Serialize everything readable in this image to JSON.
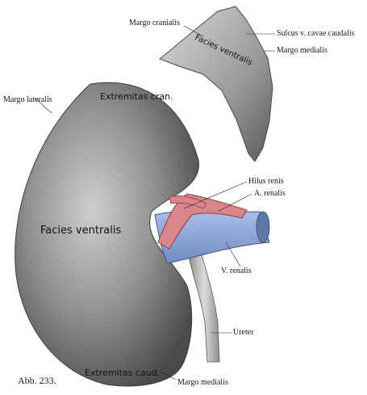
{
  "figure": {
    "number": "Abb. 233.",
    "colors": {
      "kidney": "#8e8e8e",
      "adrenal": "#9a9a9a",
      "artery": "#d8868a",
      "vein": "#8ea6d4",
      "ureter": "#bdbdbd",
      "leader": "#222222"
    }
  },
  "labels": {
    "margo_cranialis": "Margo cranialis",
    "sulcus": "Sulcus v. cavae caudalis",
    "margo_medialis_top": "Margo medialis",
    "margo_lateralis": "Margo lateralis",
    "hilus": "Hilus renis",
    "a_renalis": "A. renalis",
    "v_renalis": "V. renalis",
    "ureter": "Ureter",
    "margo_medialis_bottom": "Margo medialis"
  },
  "organ_text": {
    "adrenal_facies": "Facies ventralis",
    "extremitas_cran": "Extremitas cran.",
    "kidney_facies": "Facies ventralis",
    "extremitas_caud": "Extremitas caud."
  }
}
